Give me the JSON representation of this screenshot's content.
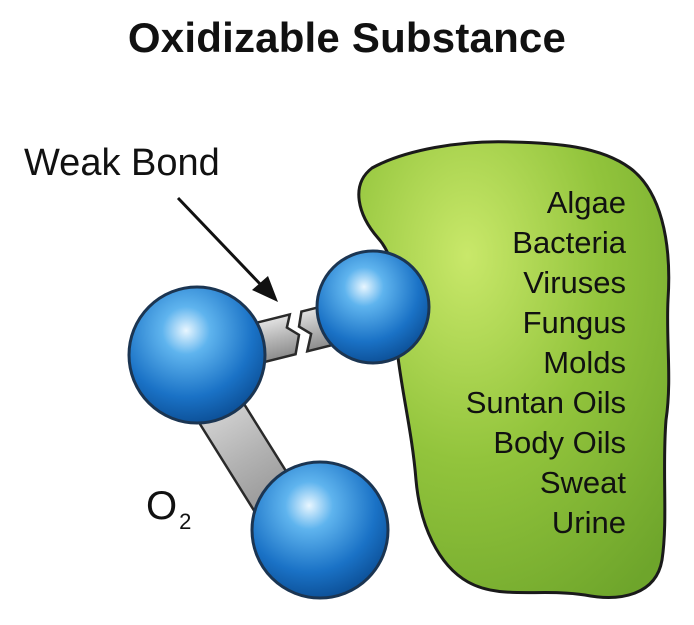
{
  "title": "Oxidizable Substance",
  "weak_bond_label": "Weak Bond",
  "molecule": {
    "symbol": "O",
    "subscript": "2"
  },
  "substances": [
    "Algae",
    "Bacteria",
    "Viruses",
    "Fungus",
    "Molds",
    "Suntan Oils",
    "Body Oils",
    "Sweat",
    "Urine"
  ],
  "colors": {
    "blob_fill": "#8dc63f",
    "blob_stroke": "#1a1a1a",
    "atom_fill": "#1e7fd0",
    "bond_fill": "#a9a9a9"
  }
}
